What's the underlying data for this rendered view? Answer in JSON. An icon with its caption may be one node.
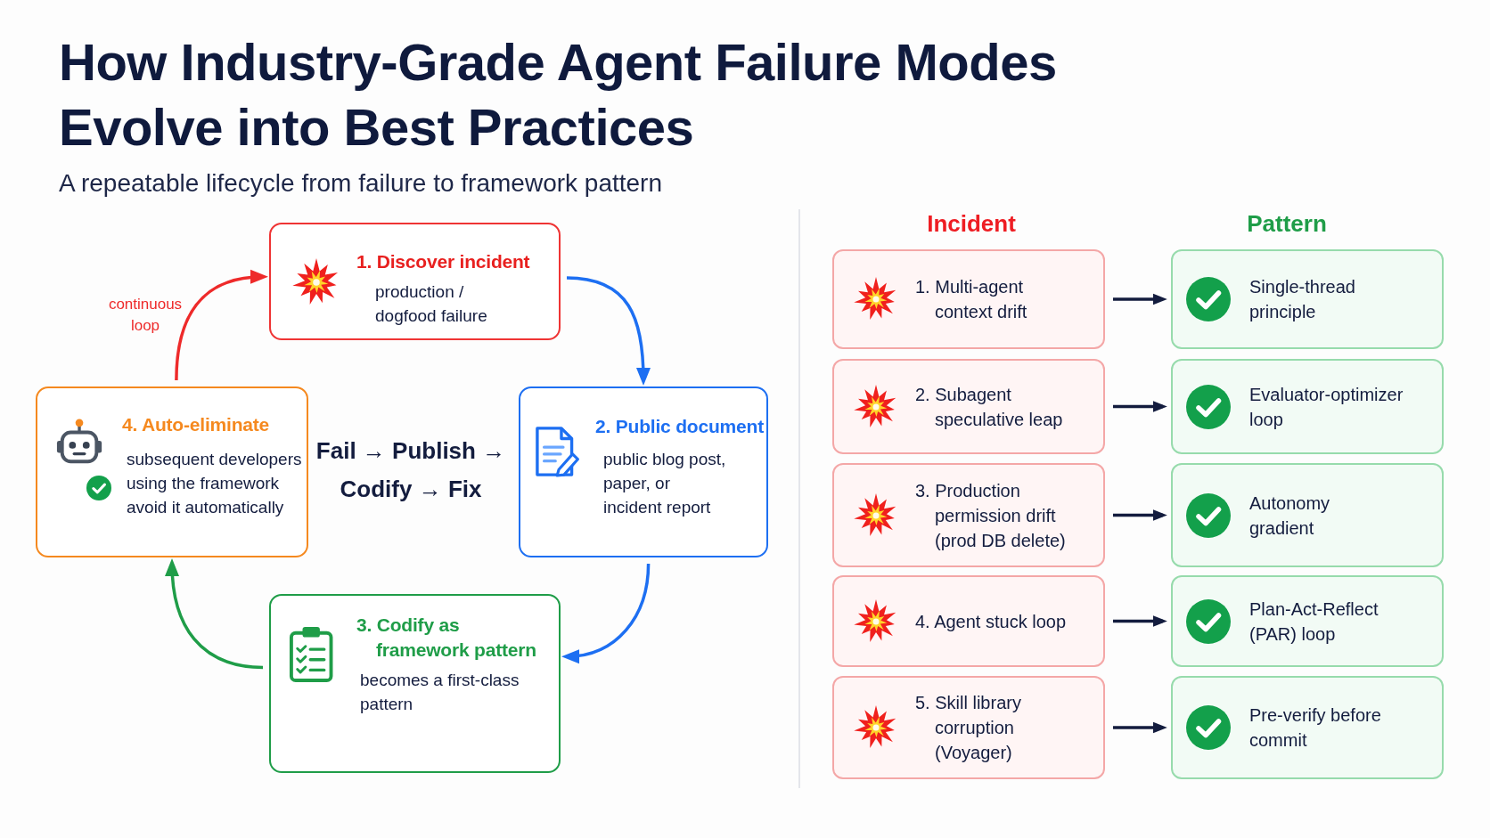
{
  "diagram": {
    "title": "How Industry-Grade Agent Failure Modes Evolve into Best Practices",
    "nodes": [
      {
        "text": [
          "1. Discover incident",
          "production / dogfood failure"
        ]
      },
      {
        "text": [
          "2. Public document",
          "public blog post, paper, or incident report"
        ]
      },
      {
        "text": [
          "3. Codify as framework pattern",
          "becomes a first-class pattern"
        ]
      },
      {
        "text": [
          "4. Auto-eliminate",
          "subsequent developers using the framework avoid it automatically"
        ]
      },
      {
        "text": [
          "1. Multi-agent context drift"
        ]
      },
      {
        "text": [
          "Single-thread principle"
        ]
      },
      {
        "text": [
          "2. Subagent speculative leap"
        ]
      },
      {
        "text": [
          "Evaluator-optimizer loop"
        ]
      },
      {
        "text": [
          "3. Production permission drift (prod DB delete)"
        ]
      },
      {
        "text": [
          "Autonomy gradient"
        ]
      },
      {
        "text": [
          "4. Agent stuck loop"
        ]
      },
      {
        "text": [
          "Plan-Act-Reflect (PAR) loop"
        ]
      },
      {
        "text": [
          "5. Skill library corruption (Voyager)"
        ]
      },
      {
        "text": [
          "Pre-verify before commit"
        ]
      }
    ],
    "edges": [
      {
        "from": 0,
        "to": 1,
        "arrow": "to",
        "color": "#1d6ff2"
      },
      {
        "from": 1,
        "to": 2,
        "arrow": "to",
        "color": "#1d6ff2"
      },
      {
        "from": 2,
        "to": 3,
        "arrow": "to",
        "color": "#1f9d48"
      },
      {
        "from": 3,
        "to": 0,
        "arrow": "to",
        "label": "continuous loop",
        "color": "#ee2a2a"
      },
      {
        "from": 4,
        "to": 5,
        "arrow": "to"
      },
      {
        "from": 6,
        "to": 7,
        "arrow": "to"
      },
      {
        "from": 8,
        "to": 9,
        "arrow": "to"
      },
      {
        "from": 10,
        "to": 11,
        "arrow": "to"
      },
      {
        "from": 12,
        "to": 13,
        "arrow": "to"
      }
    ],
    "labels": [
      "A repeatable lifecycle from failure to framework pattern",
      "Fail → Publish → Codify → Fix",
      "Incident",
      "Pattern"
    ]
  }
}
